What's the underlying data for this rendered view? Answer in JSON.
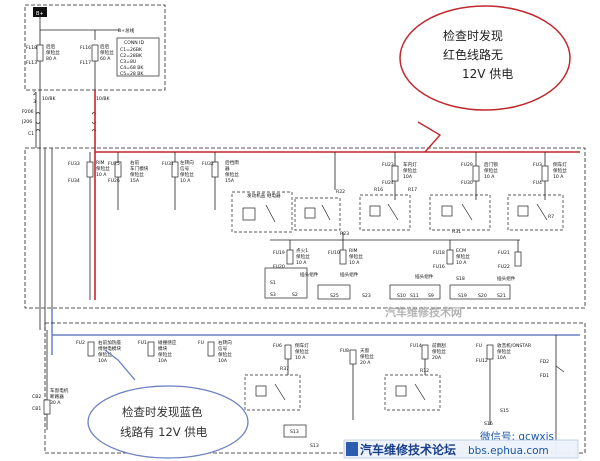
{
  "labels": {
    "b_plus": "B+",
    "fl18": "FL18",
    "fl18_name": "后后",
    "fl18_type": "保险丝",
    "fl18_amp": "80 A",
    "fl13": "FL13",
    "fl16": "FL16",
    "fl16_name": "后后",
    "fl16_type": "保险丝",
    "fl16_amp": "60 A",
    "fl17": "FL17",
    "b_main": "B+总线",
    "conn_id": "CONN ID",
    "conn_c1": "C1=26BK",
    "conn_c2": "C2=28BK",
    "conn_c3": "C3=8U",
    "conn_c4": "C4=68 BK",
    "conn_c5": "C5=28 BK",
    "wire_a": "2",
    "wire_b": "3",
    "wire_c": "10/BK",
    "wire_d": "10/BK",
    "p206": "P206",
    "j206": "J206",
    "c1": "C1",
    "fu33": "FU33",
    "fu34": "FU34",
    "fu25": "FU25",
    "fu26": "FU26",
    "fu31": "FU31",
    "fu32": "FU32",
    "fu23": "FU23",
    "fu24": "FU24",
    "fu29": "FU29",
    "fu30": "FU30",
    "fu3": "FU3",
    "fu4": "FU4",
    "fu33_name": "RIM",
    "fu33_type": "保险丝",
    "fu33_amp": "10 A",
    "fu25_name": "右前",
    "fu25_line2": "车门模块",
    "fu25_type": "保险丝",
    "fu25_amp": "15A",
    "fu31_name": "左转向",
    "fu31_line2": "信号",
    "fu31_type": "保险丝",
    "fu31_amp": "10 A",
    "fu32_name": "后挡雨",
    "fu32_line2": "器",
    "fu32_type": "保险丝",
    "fu32_amp": "15A",
    "fu23_name": "车内灯",
    "fu23_type": "保险丝",
    "fu23_amp": "10A",
    "fu29_name": "后门锁",
    "fu29_type": "保险丝",
    "fu29_amp": "10 A",
    "fu3_name": "倒车灯",
    "fu3_type": "保险丝",
    "fu3_amp": "10 A",
    "r22": "R22",
    "r16": "R16",
    "r17": "R17",
    "r31": "R31",
    "r7": "R7",
    "r23": "R23",
    "relay_note": "发动机盖 继电器",
    "fu19": "FU19",
    "fu20": "FU20",
    "fu19_name": "点火1",
    "fu19_type": "保险丝",
    "fu19_amp": "10 A",
    "fu10": "FU10",
    "fu10_name": "RIM",
    "fu10_type": "保险丝",
    "fu10_amp": "10 A",
    "fu18": "FU18",
    "fu16": "FU16",
    "fu18_name": "ECM",
    "fu18_type": "保险丝",
    "fu18_amp": "10 A",
    "fu21": "FU21",
    "fu22": "FU22",
    "s1": "S1",
    "s2": "S2",
    "s3": "S3",
    "s25": "S25",
    "s23": "S23",
    "s10": "S10",
    "s11": "S11",
    "s9": "S9",
    "s18": "S18",
    "s19": "S19",
    "s20": "S20",
    "s21": "S21",
    "pins": "插头组件",
    "fu2": "FU2",
    "fu1": "FU1",
    "fu_a": "FU",
    "fu6": "FU6",
    "fu8": "FU8",
    "fu14": "FU14",
    "fu_b": "FU",
    "fu12": "FU12",
    "fu11": "FU11",
    "fu13": "FU13",
    "b_fu2_name": "右前加热座",
    "b_fu2_line2": "椅供电模块",
    "b_fu2_type": "保险丝",
    "b_fu2_amp": "10A",
    "b_fu1_name": "碰撞感应",
    "b_fu1_line2": "模块",
    "b_fu1_type": "保险丝",
    "b_fu1_amp": "10A",
    "b_fu4_name": "右转向",
    "b_fu4_line2": "信号",
    "b_fu4_type": "保险丝",
    "b_fu4_amp": "10A",
    "b_fu6_name": "倒车灯",
    "b_fu6_type": "保险丝",
    "b_fu6_amp": "10 A",
    "b_fu8_name": "天窗",
    "b_fu8_type": "保险丝",
    "b_fu8_amp": "20 A",
    "b_fu14_name": "前雨刮",
    "b_fu14_type": "保险丝",
    "b_fu14_amp": "20A",
    "b_fu12_name": "收音机/ONSTAR",
    "b_fu12_type": "保险丝",
    "b_fu12_amp": "10A",
    "fd2": "FD2",
    "fd1": "FD1",
    "r37": "R37",
    "r12": "R12",
    "s13": "S13",
    "s15": "S15",
    "s16": "S16",
    "cb2": "CB2",
    "cb1": "CB1",
    "cb_name": "车窗电机",
    "cb_type": "断路器",
    "cb_amp": "30 A"
  },
  "callouts": {
    "red": {
      "line1": "检查时发现",
      "line2": "红色线路无",
      "line3": "12V 供电"
    },
    "blue": {
      "line1": "检查时发现蓝色",
      "line2": "线路有 12V 供电"
    }
  },
  "watermarks": {
    "center": "汽车维修技术网",
    "wechat": "微信号: qcwxjs",
    "forum": "汽车维修技术论坛",
    "url": "bbs.ephua.com"
  },
  "colors": {
    "red_wire": "#c0282d",
    "blue_wire": "#6b80c0",
    "callout_red": "#c0282d"
  }
}
